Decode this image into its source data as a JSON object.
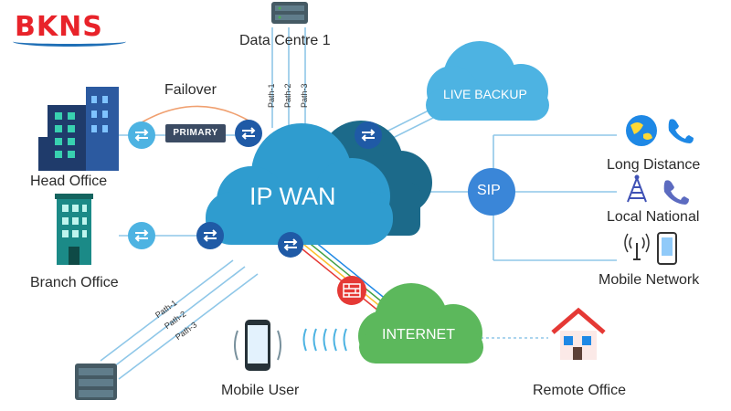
{
  "brand": {
    "logo_text": "BKNS",
    "colors": {
      "logo_red": "#e8232a",
      "logo_blue": "#1f6fb6"
    }
  },
  "diagram": {
    "core": "IP WAN",
    "data_centre": "Data Centre 1",
    "failover": "Failover",
    "primary": "PRIMARY",
    "live_backup": "LIVE BACKUP",
    "sip": "SIP",
    "internet": "INTERNET",
    "nodes": {
      "head_office": "Head Office",
      "branch_office": "Branch Office",
      "mobile_user": "Mobile User",
      "remote_office": "Remote Office"
    },
    "sip_services": {
      "long_distance": "Long Distance",
      "local_national": "Local National",
      "mobile_network": "Mobile Network"
    },
    "top_paths": [
      "Path-1",
      "Path-2",
      "Path-3"
    ],
    "bottom_paths": [
      "Path-1",
      "Path-2",
      "Path-3"
    ]
  },
  "colors": {
    "wan_cloud": "#2f9ccf",
    "backup_cloud": "#1c6a8a",
    "live_backup_cloud": "#4db3e2",
    "internet_cloud": "#5cb85c",
    "sip_circle": "#3a86d8",
    "router_blue": "#1f5aa6",
    "firewall_red": "#e53935"
  }
}
